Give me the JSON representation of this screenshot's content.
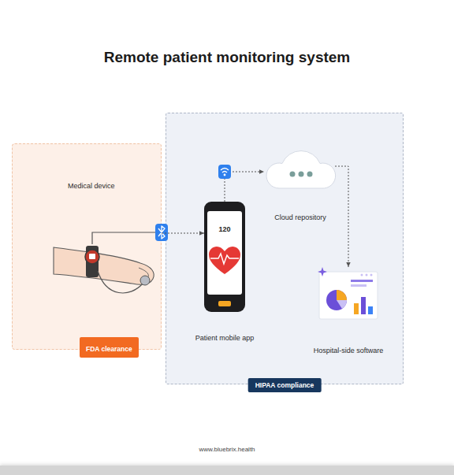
{
  "diagram": {
    "title": "Remote patient monitoring system",
    "nodes": [
      {
        "text": [
          "Medical device"
        ]
      },
      {
        "text": [
          "FDA clearance"
        ],
        "in": 0
      },
      {
        "text": [
          "HIPAA compliance"
        ]
      },
      {
        "text": [
          "120",
          "Patient mobile app"
        ],
        "in": 2
      },
      {
        "text": [
          "Cloud repository"
        ],
        "in": 2
      },
      {
        "text": [
          "Hospital-side software"
        ],
        "in": 2
      }
    ],
    "edges": [
      {
        "from": 0,
        "to": 3,
        "arrow": "to"
      },
      {
        "from": 3,
        "to": 4,
        "arrow": "to"
      },
      {
        "from": 4,
        "to": 5,
        "arrow": "to"
      }
    ],
    "labels": [
      "www.bluebrix.health"
    ]
  }
}
